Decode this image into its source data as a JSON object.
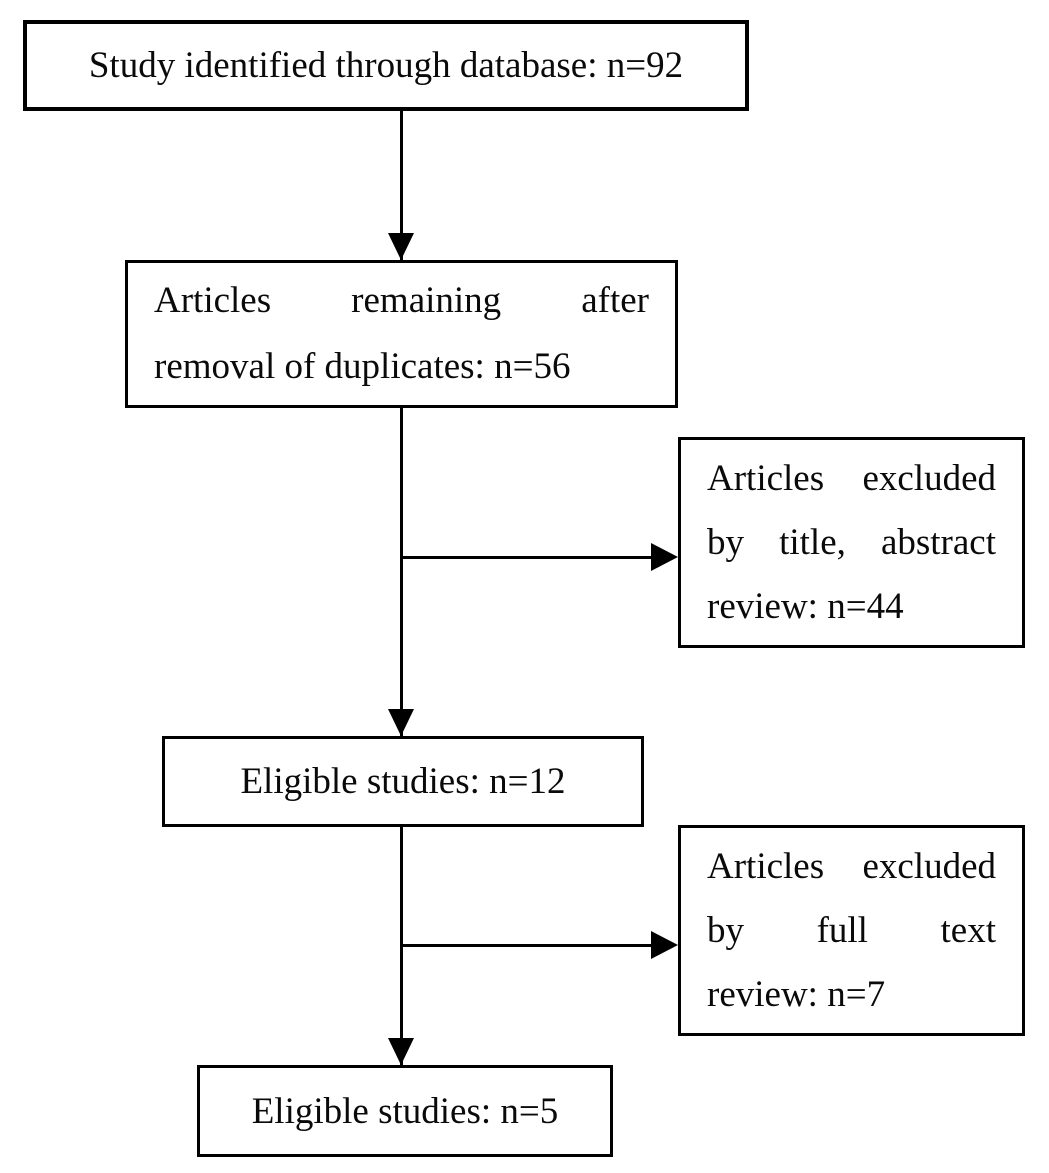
{
  "figure": {
    "kind": "study-selection-flowchart",
    "background_color": "#ffffff",
    "border_color": "#000000",
    "text_color": "#0a0a0a"
  },
  "nodes": {
    "identified": {
      "text": "Study identified through database: n=92",
      "count": 92
    },
    "deduplicated": {
      "lines": [
        "Articles remaining after",
        "removal of duplicates: n=56"
      ],
      "count": 56
    },
    "excluded_title": {
      "lines": [
        "Articles excluded",
        "by title, abstract",
        "review: n=44"
      ],
      "count": 44
    },
    "eligible_full": {
      "text": "Eligible studies: n=12",
      "count": 12
    },
    "excluded_fulltext": {
      "lines": [
        "Articles excluded",
        "by full text",
        "review: n=7"
      ],
      "count": 7
    },
    "eligible_final": {
      "text": "Eligible studies: n=5",
      "count": 5
    }
  }
}
